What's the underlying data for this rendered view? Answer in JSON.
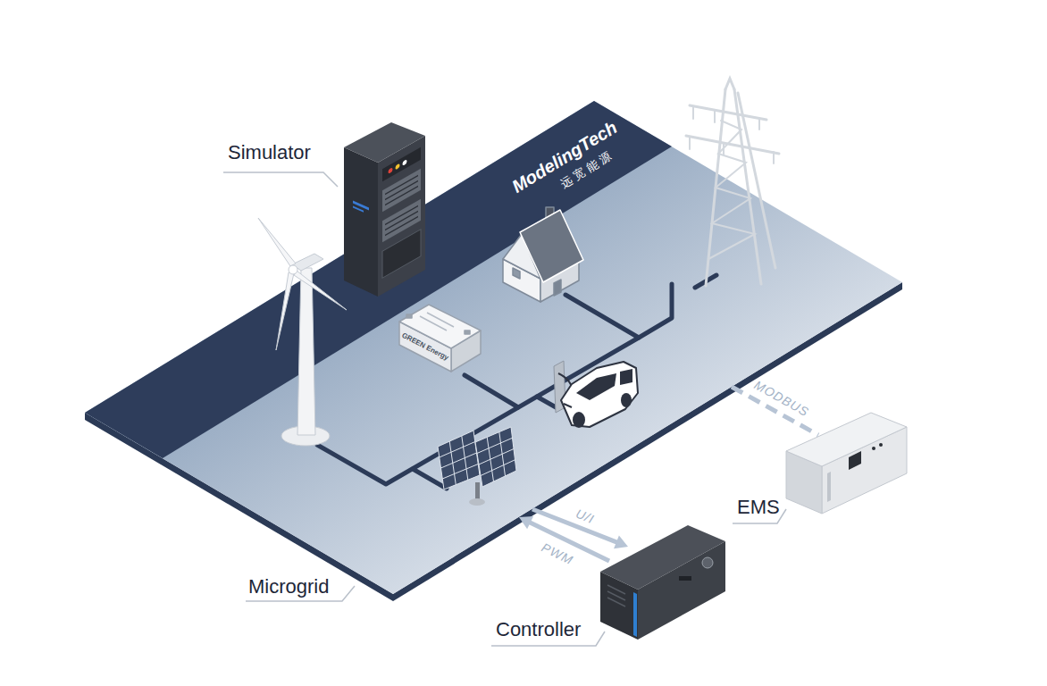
{
  "diagram": {
    "nodes": [
      {
        "text": [
          "Microgrid"
        ]
      },
      {
        "text": [
          "Simulator"
        ],
        "in": 0
      },
      {
        "text": [
          "Controller"
        ]
      },
      {
        "text": [
          "EMS"
        ]
      }
    ],
    "edges": [
      {
        "from": 0,
        "to": 2,
        "arrow": "to",
        "label": "U/I"
      },
      {
        "from": 2,
        "to": 0,
        "arrow": "to",
        "label": "PWM"
      },
      {
        "from": 0,
        "to": 3,
        "arrow": "none",
        "label": "MODBUS"
      }
    ],
    "labels": [
      "ModelingTech",
      "远宽能源",
      "GREEN Energy"
    ]
  }
}
